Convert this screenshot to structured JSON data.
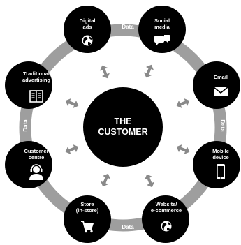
{
  "diagram": {
    "center": {
      "line1": "THE",
      "line2": "CUSTOMER"
    },
    "ring_labels": [
      "Data",
      "Data",
      "Data",
      "Data"
    ],
    "nodes": [
      {
        "id": "digital-ads",
        "lines": [
          "Digital",
          "ads"
        ],
        "icon": "globe-icon"
      },
      {
        "id": "social-media",
        "lines": [
          "Social",
          "media"
        ],
        "icon": "chat-bubbles-icon"
      },
      {
        "id": "email",
        "lines": [
          "Email"
        ],
        "icon": "envelope-icon"
      },
      {
        "id": "mobile-device",
        "lines": [
          "Mobile",
          "device"
        ],
        "icon": "smartphone-icon"
      },
      {
        "id": "website",
        "lines": [
          "Website/",
          "e-commerce"
        ],
        "icon": "globe-icon"
      },
      {
        "id": "store",
        "lines": [
          "Store",
          "(in-store)"
        ],
        "icon": "shopping-cart-icon"
      },
      {
        "id": "customer-centre",
        "lines": [
          "Customer",
          "centre"
        ],
        "icon": "headset-agent-icon"
      },
      {
        "id": "traditional-advertising",
        "lines": [
          "Traditional",
          "advertising"
        ],
        "icon": "newspaper-icon"
      }
    ],
    "colors": {
      "node": "#000000",
      "ring": "#9e9e9e",
      "arrow": "#8a8a8a",
      "text_on_dark": "#ffffff"
    }
  }
}
